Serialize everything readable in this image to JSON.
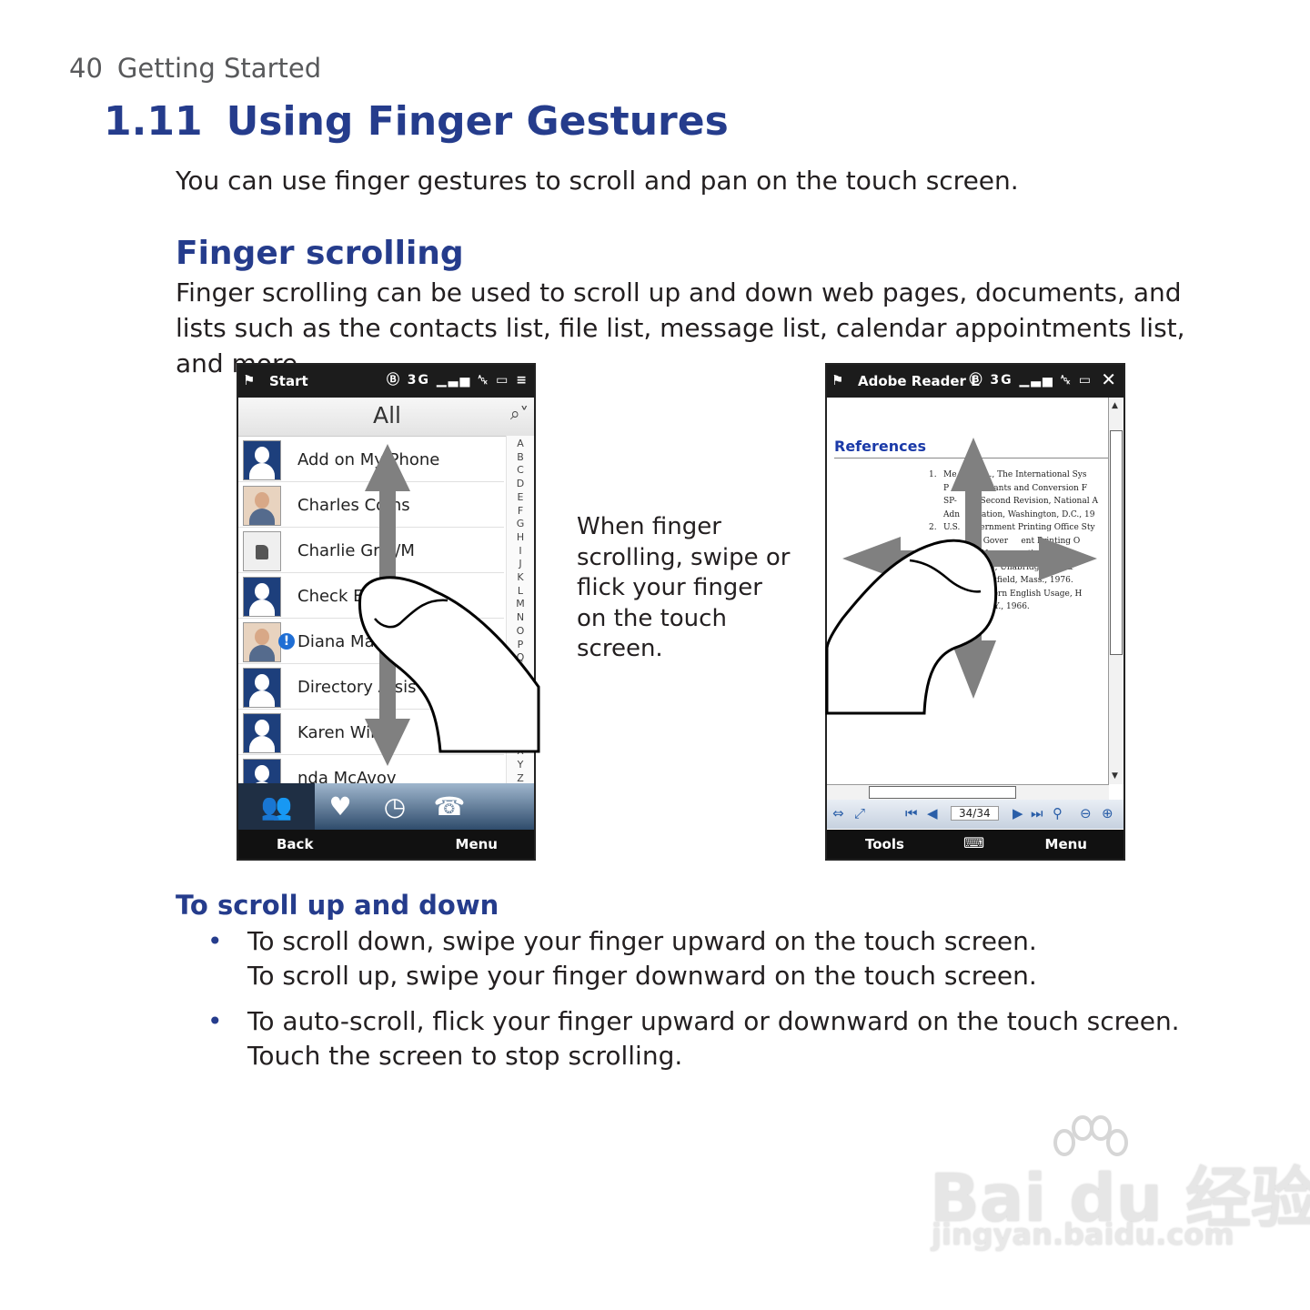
{
  "header": {
    "page_number": "40",
    "chapter": "Getting Started"
  },
  "section": {
    "number": "1.11",
    "title": "Using Finger Gestures"
  },
  "intro": "You can use finger gestures to scroll and pan on the touch screen.",
  "subsection": {
    "title": "Finger scrolling",
    "text": "Finger scrolling can be used to scroll up and down web pages, documents, and lists such as the contacts list, file list, message list, calendar appointments list, and more."
  },
  "caption": "When finger scrolling, swipe or flick your finger on the touch screen.",
  "phone1": {
    "title": "Start",
    "status": "Ⓑ 3G ▁▃▅ ␆ ▭ ≡",
    "list_header": "All",
    "contacts": [
      {
        "name": "Add on My Phone",
        "pic": "silhouette"
      },
      {
        "name": "Charles Co   ns",
        "pic": "photo"
      },
      {
        "name": "Charlie Gra   /M",
        "pic": "sim"
      },
      {
        "name": "Check E",
        "pic": "silhouette"
      },
      {
        "name": "Diana Ma",
        "pic": "photo"
      },
      {
        "name": "Directory A   sis",
        "pic": "silhouette"
      },
      {
        "name": "Karen Wir      w",
        "pic": "silhouette"
      },
      {
        "name": "   nda McAvov",
        "pic": "silhouette"
      }
    ],
    "alphabet": "A B C D E F G H I J K L M N O P Q R S T U V W X Y Z",
    "soft_left": "Back",
    "soft_right": "Menu"
  },
  "phone2": {
    "title": "Adobe Reader L",
    "status": "Ⓑ 3G ▁▃▅ ␆ ▭",
    "doc_heading": "References",
    "refs": [
      {
        "n": "1.",
        "lines": [
          "Me      E. A., The International Sys",
          "P        Constants and Conversion F",
          "SP-     2, Second Revision, National A",
          "Adn    stration, Washington, D.C., 19"
        ]
      },
      {
        "n": "2.",
        "lines": [
          "U.S.    overnment Printing Office Sty",
          "         I.S. Gover     ent Printing O"
        ]
      },
      {
        "n": "",
        "lines": [
          "          rd Ne      ernational L",
          "            uage, Unabridged, G. &",
          "            pringfield, Mass., 1976.",
          "            Modern English Usage, H",
          "            k, N.Y., 1966."
        ]
      }
    ],
    "page_indicator": "34/34",
    "soft_left": "Tools",
    "soft_right": "Menu"
  },
  "procedure": {
    "title": "To scroll up and down",
    "bullets": [
      {
        "line1": "To scroll down, swipe your finger upward on the touch screen.",
        "line2": "To scroll up, swipe your finger downward on the touch screen."
      },
      {
        "line1": "To auto-scroll, flick your finger upward or downward on the touch screen.",
        "line2": "Touch the screen to stop scrolling."
      }
    ]
  },
  "watermark": {
    "brand": "Bai  du 经验",
    "url": "jingyan.baidu.com"
  }
}
